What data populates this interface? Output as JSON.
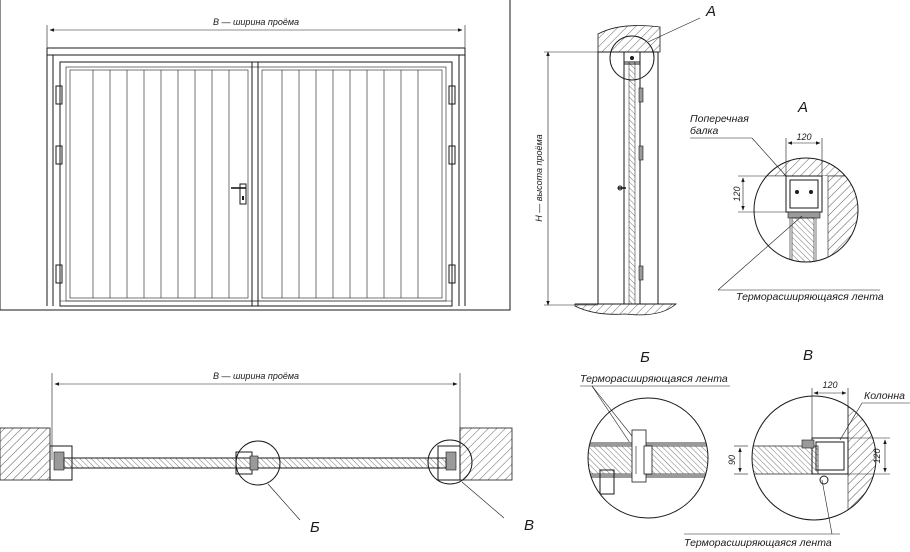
{
  "labels": {
    "width_top": "В — ширина проёма",
    "width_bottom": "В — ширина проёма",
    "height": "Н — высота проёма",
    "view_a_callout": "А",
    "view_a_title": "А",
    "crossbeam": "Поперечная\nбалка",
    "dim_a_w": "120",
    "dim_a_h": "120",
    "tape_a": "Терморасширяющаяся лента",
    "view_b_title": "Б",
    "tape_b": "Терморасширяющаяся лента",
    "view_v_title": "В",
    "dim_v_w": "120",
    "column": "Колонна",
    "dim_v_h": "120",
    "dim_v_90": "90",
    "tape_v": "Терморасширяющаяся лента",
    "callout_b": "Б",
    "callout_v": "В"
  },
  "colors": {
    "line": "#1a1a1a",
    "metal": "#9a9a9a",
    "background": "#ffffff"
  }
}
